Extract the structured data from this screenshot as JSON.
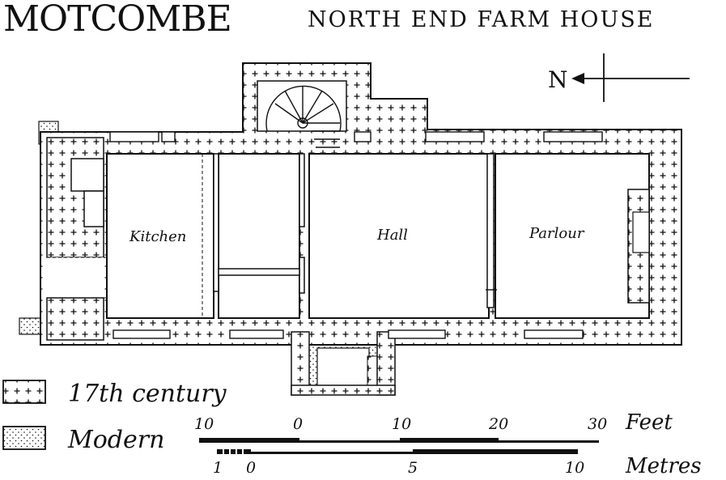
{
  "title": "MOTCOMBE",
  "subtitle": "NORTH END FARM HOUSE",
  "compass": {
    "label": "N"
  },
  "rooms": {
    "kitchen": "Kitchen",
    "hall": "Hall",
    "parlour": "Parlour"
  },
  "legend": {
    "century_17": "17th century",
    "modern": "Modern"
  },
  "scale": {
    "feet_unit": "Feet",
    "feet_ticks": [
      "10",
      "0",
      "10",
      "20",
      "30"
    ],
    "metres_unit": "Metres",
    "metres_ticks": [
      "1",
      "0",
      "5",
      "10"
    ]
  },
  "colors": {
    "ink": "#111111",
    "paper": "#ffffff"
  }
}
